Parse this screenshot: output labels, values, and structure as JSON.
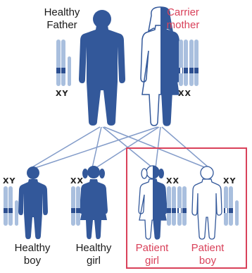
{
  "colors": {
    "affected_blue": "#33589a",
    "chromosome_light": "#a9bfde",
    "chromosome_band": "#2c4f91",
    "highlight_red": "#d9415a",
    "line_blue": "#5a7bb8"
  },
  "parents": {
    "father": {
      "label_line1": "Healthy",
      "label_line2": "Father",
      "chromosomes": "XY"
    },
    "mother": {
      "label_line1": "Carrier",
      "label_line2": "mother",
      "chromosomes": "XX"
    }
  },
  "children": [
    {
      "label_line1": "Healthy",
      "label_line2": "boy",
      "chromosomes": "XY"
    },
    {
      "label_line1": "Healthy",
      "label_line2": "girl",
      "chromosomes": "XX"
    },
    {
      "label_line1": "Patient",
      "label_line2": "girl",
      "chromosomes": "XX"
    },
    {
      "label_line1": "Patient",
      "label_line2": "boy",
      "chromosomes": "XY"
    }
  ]
}
